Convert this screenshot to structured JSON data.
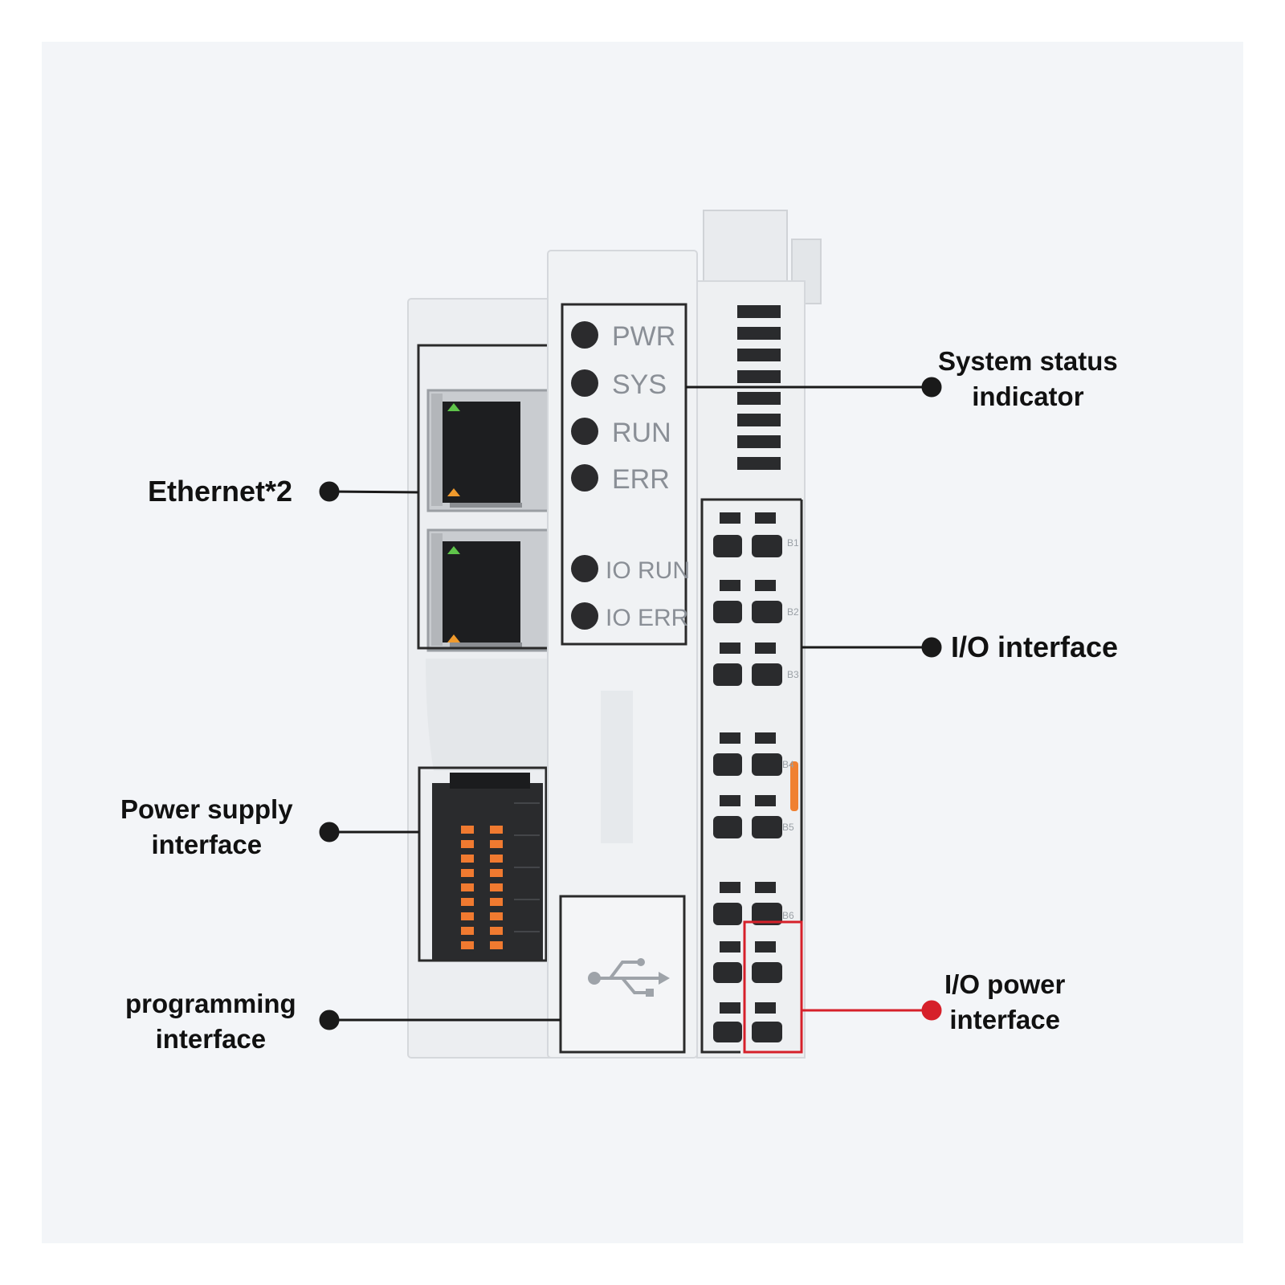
{
  "callouts": {
    "ethernet": "Ethernet*2",
    "power_supply": [
      "Power supply",
      "interface"
    ],
    "programming": [
      "programming",
      "interface"
    ],
    "system_status": [
      "System status",
      "indicator"
    ],
    "io_interface": "I/O interface",
    "io_power": [
      "I/O power",
      "interface"
    ]
  },
  "status_leds": [
    "PWR",
    "SYS",
    "RUN",
    "ERR"
  ],
  "io_leds": [
    "IO RUN",
    "IO ERR"
  ],
  "terminal_labels": [
    "B1",
    "B2",
    "B3",
    "B4",
    "B5",
    "B6"
  ],
  "colors": {
    "callout_line": "#1a1a1a",
    "io_power_highlight": "#d6202a",
    "terminal_orange": "#f08030",
    "device_body": "#eceef1"
  },
  "icons": {
    "usb": "usb-icon"
  }
}
